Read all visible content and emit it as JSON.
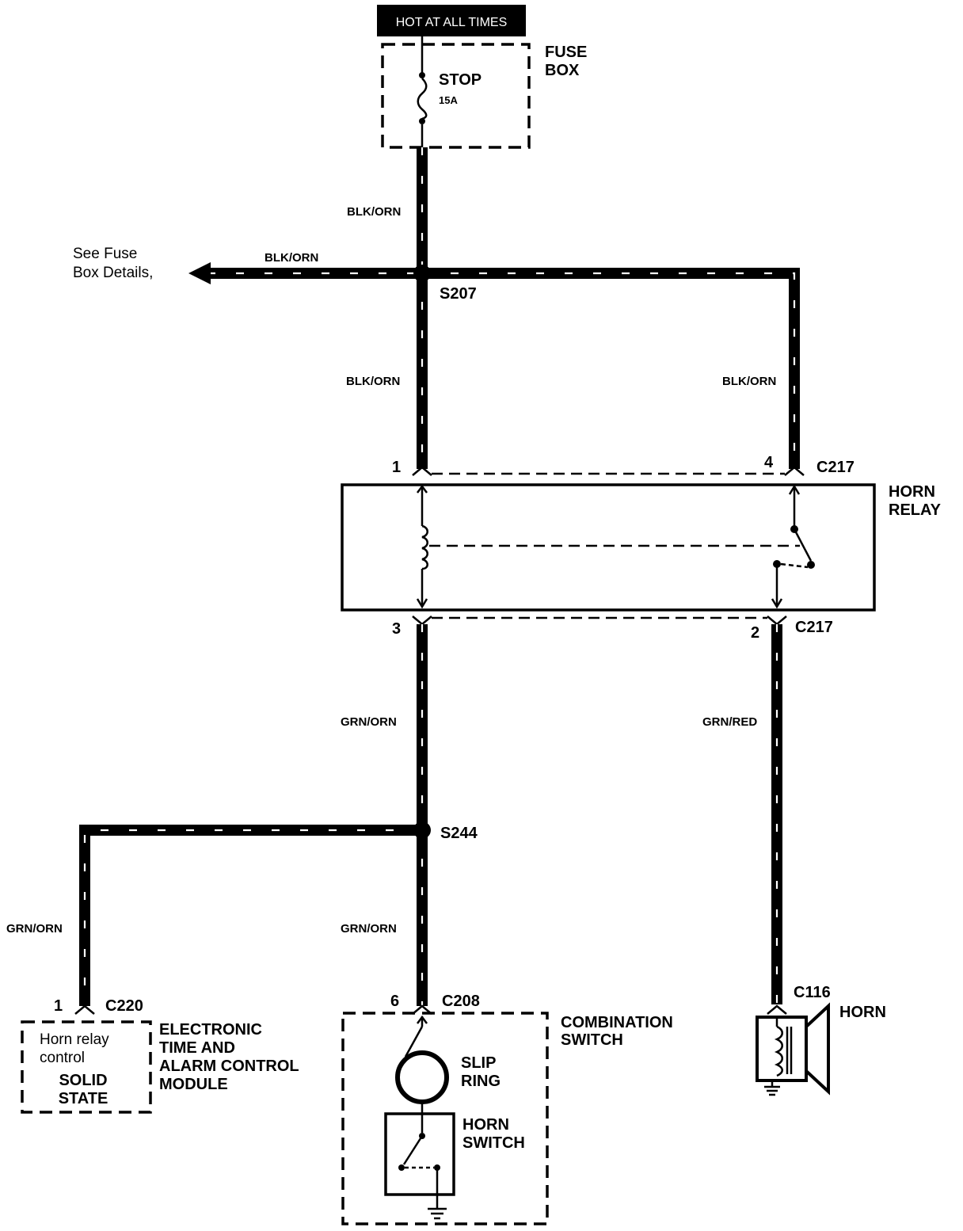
{
  "power_banner": "HOT AT ALL TIMES",
  "fuse_box": {
    "title_line1": "FUSE",
    "title_line2": "BOX",
    "fuse_name": "STOP",
    "fuse_rating": "15A"
  },
  "arrow_note": {
    "line1": "See Fuse",
    "line2": "Box Details,"
  },
  "splices": {
    "top": "S207",
    "bottom": "S244"
  },
  "wires": {
    "fuse_to_s207": "BLK/ORN",
    "s207_left": "BLK/ORN",
    "s207_to_pin1": "BLK/ORN",
    "s207_to_pin4": "BLK/ORN",
    "pin3_to_s244": "GRN/ORN",
    "pin2_to_horn": "GRN/RED",
    "s244_to_module": "GRN/ORN",
    "s244_to_switch": "GRN/ORN"
  },
  "horn_relay": {
    "title_line1": "HORN",
    "title_line2": "RELAY",
    "connector_top": "C217",
    "connector_bottom": "C217",
    "pin_top_left": "1",
    "pin_top_right": "4",
    "pin_bottom_left": "3",
    "pin_bottom_right": "2"
  },
  "module": {
    "connector": "C220",
    "pin": "1",
    "inner_line1": "Horn relay",
    "inner_line2": "control",
    "state_line1": "SOLID",
    "state_line2": "STATE",
    "name_line1": "ELECTRONIC",
    "name_line2": "TIME AND",
    "name_line3": "ALARM CONTROL",
    "name_line4": "MODULE"
  },
  "combination_switch": {
    "connector": "C208",
    "pin": "6",
    "name_line1": "COMBINATION",
    "name_line2": "SWITCH",
    "slip_line1": "SLIP",
    "slip_line2": "RING",
    "horn_switch_line1": "HORN",
    "horn_switch_line2": "SWITCH"
  },
  "horn": {
    "connector": "C116",
    "name": "HORN"
  }
}
